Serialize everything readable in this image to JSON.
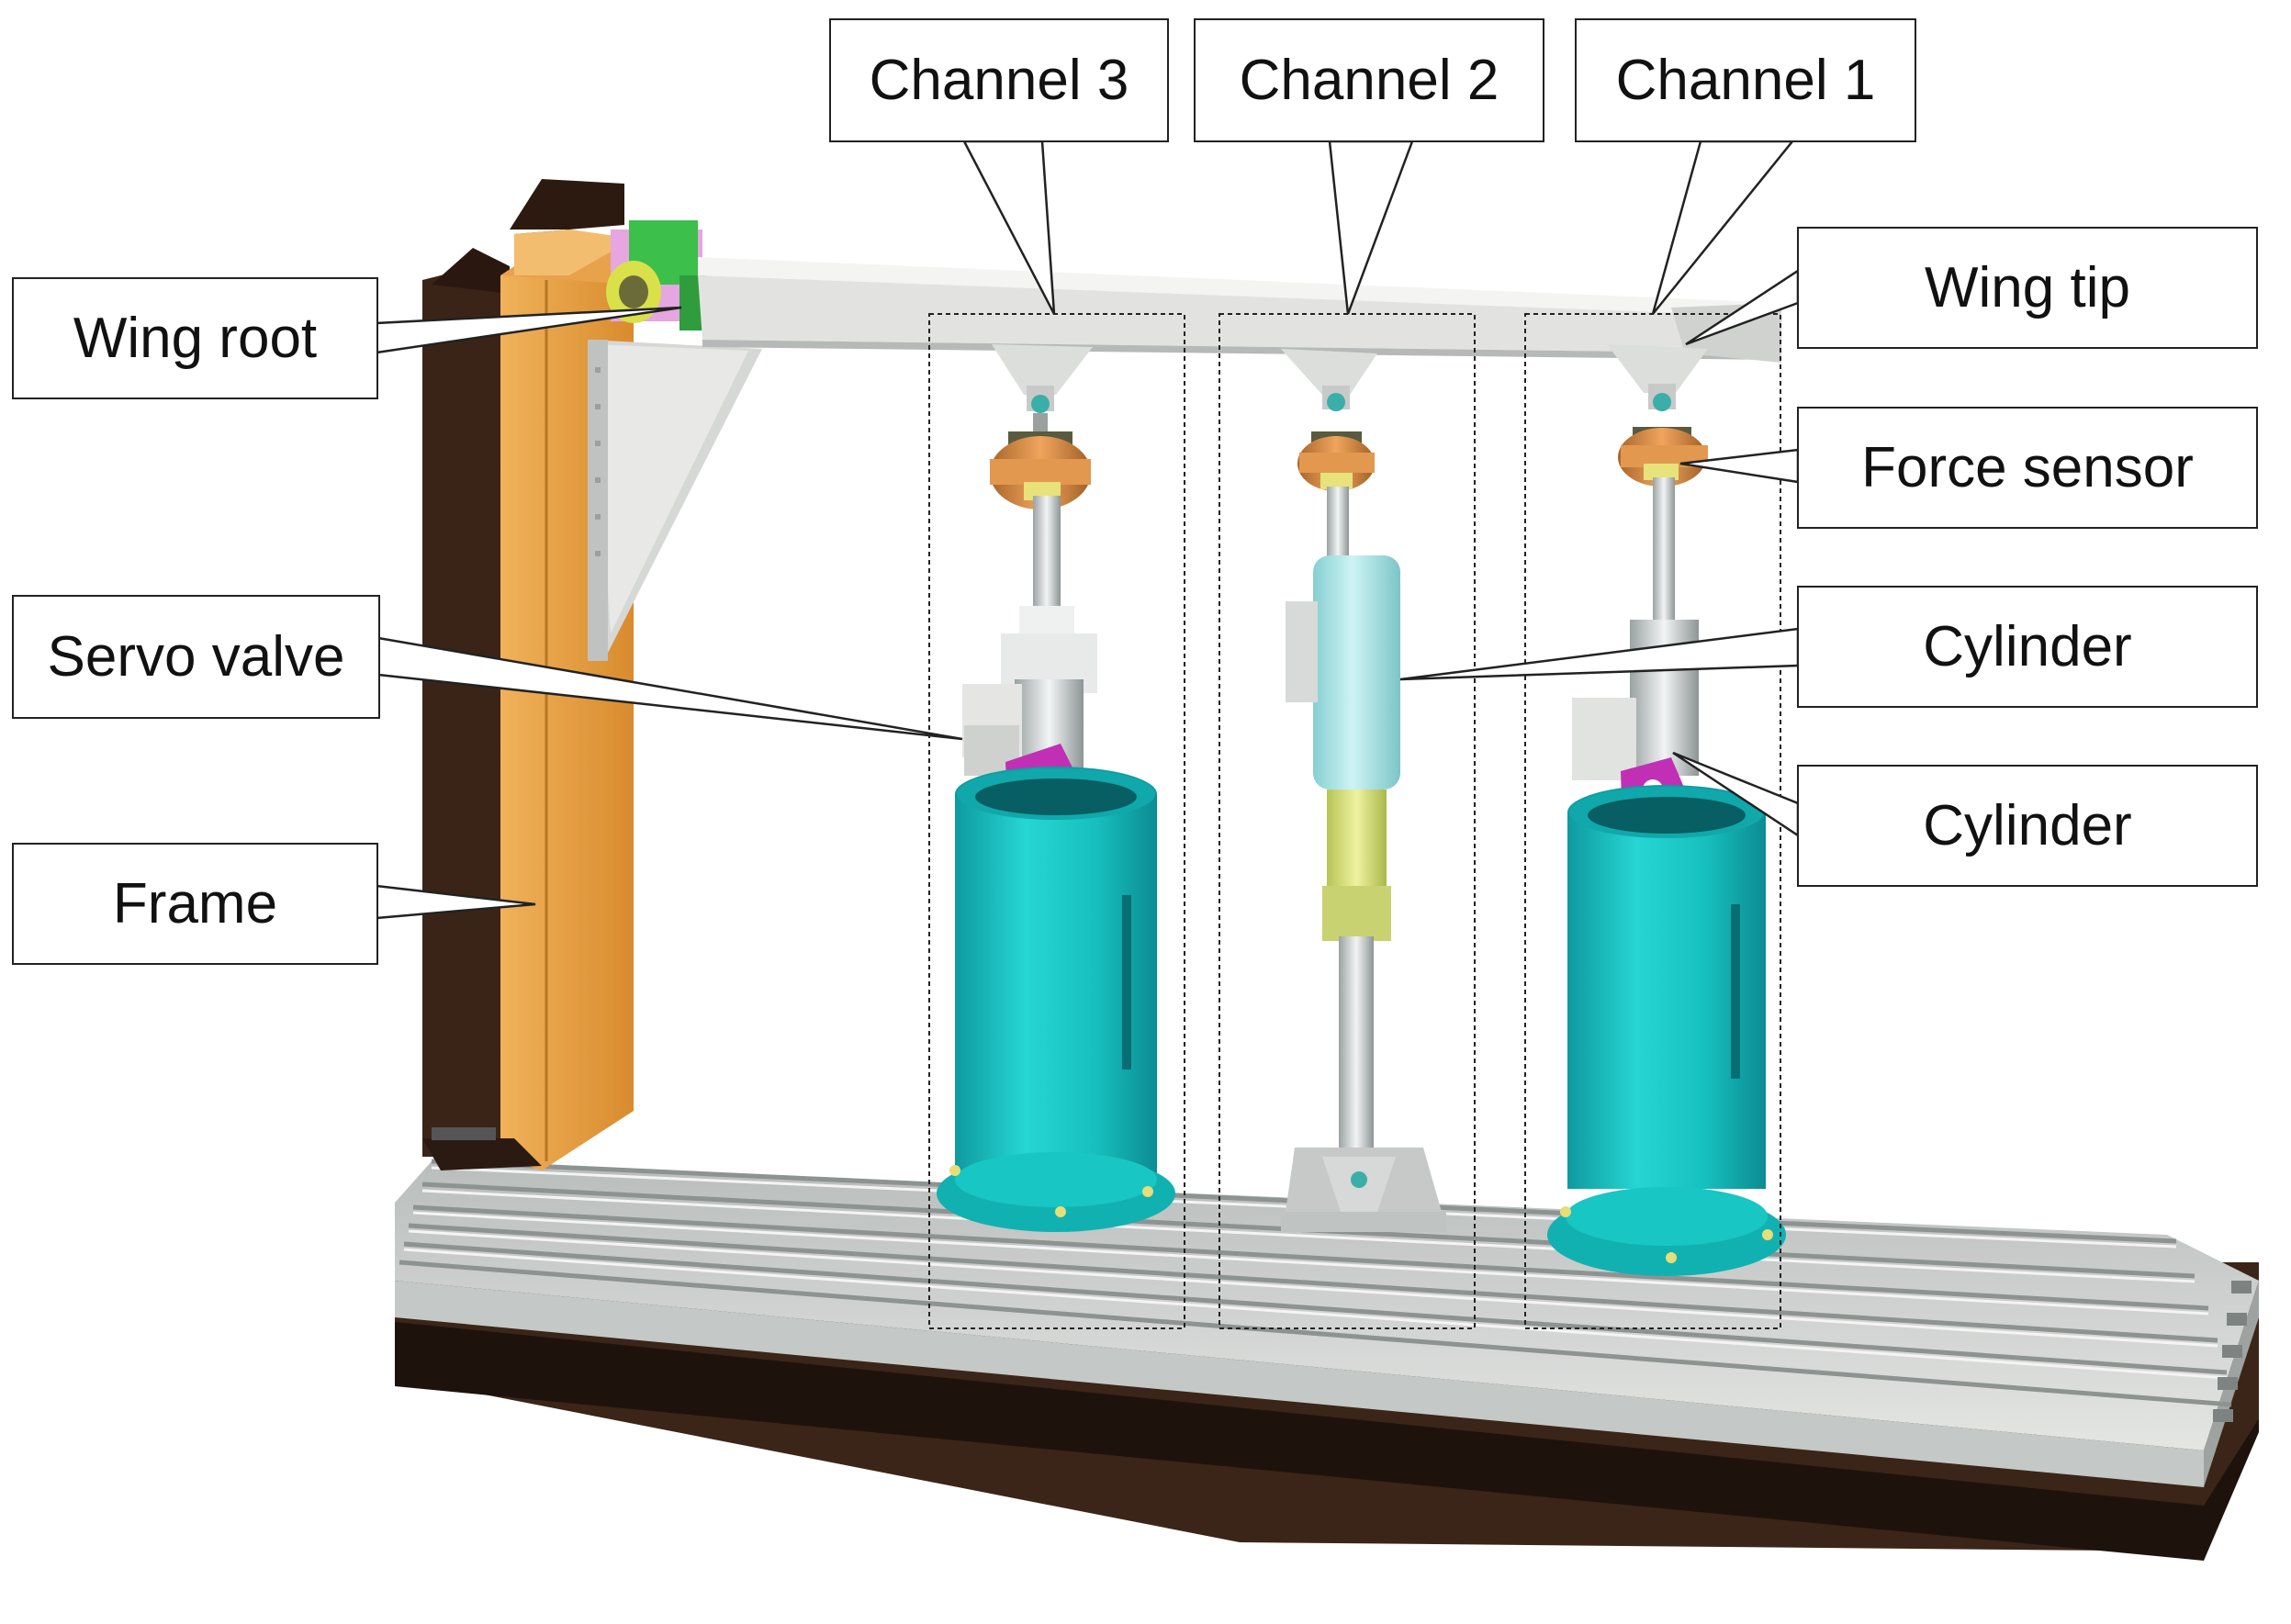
{
  "labels": {
    "channel_3": "Channel 3",
    "channel_2": "Channel 2",
    "channel_1": "Channel 1",
    "wing_root": "Wing root",
    "wing_tip": "Wing tip",
    "force_sensor": "Force sensor",
    "servo_valve": "Servo valve",
    "cylinder_upper": "Cylinder",
    "cylinder_lower": "Cylinder",
    "frame": "Frame"
  },
  "colors": {
    "frame_orange": "#e9a446",
    "frame_dark": "#3a2418",
    "base_gray": "#d3d6d4",
    "base_dark": "#2a1a12",
    "beam": "#e3e4e2",
    "cylinder_teal": "#17c3c1",
    "sensor_orange": "#cf8a47",
    "bracket_magenta": "#c12fb5",
    "actuator_blue": "#a6e7e8",
    "actuator_yellow": "#d5e07a",
    "root_green": "#3cbf4b",
    "root_pink": "#e6a6e0"
  }
}
